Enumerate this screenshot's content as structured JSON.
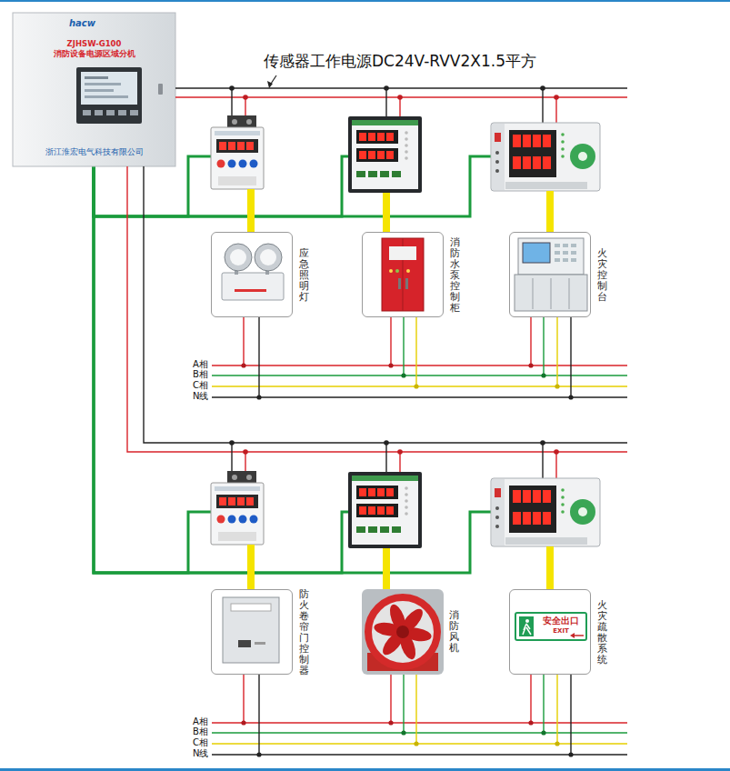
{
  "diagram": {
    "nodes": [
      {
        "text": [
          "hacw",
          "ZJHSW-G100",
          "消防设备电源区域分机",
          "浙江淮宏电气科技有限公司"
        ]
      },
      {
        "text": [
          "应急照明灯"
        ]
      },
      {
        "text": [
          "消防水泵控制柜"
        ]
      },
      {
        "text": [
          "火灾控制台"
        ]
      },
      {
        "text": [
          "防火卷帘门控制器"
        ]
      },
      {
        "text": [
          "消防风机"
        ]
      },
      {
        "text": [
          "火灾疏散系统",
          "安全出口",
          "EXIT"
        ]
      }
    ],
    "edges": [
      {
        "from": 0,
        "to": 1,
        "arrow": "none"
      },
      {
        "from": 0,
        "to": 2,
        "arrow": "none"
      },
      {
        "from": 0,
        "to": 3,
        "arrow": "none"
      },
      {
        "from": 0,
        "to": 4,
        "arrow": "none"
      },
      {
        "from": 0,
        "to": 5,
        "arrow": "none"
      },
      {
        "from": 0,
        "to": 6,
        "arrow": "none"
      }
    ],
    "labels": [
      "传感器工作电源DC24V-RVV2X1.5平方",
      "A相",
      "B相",
      "C相",
      "N线",
      "A相",
      "B相",
      "C相",
      "N线"
    ]
  }
}
